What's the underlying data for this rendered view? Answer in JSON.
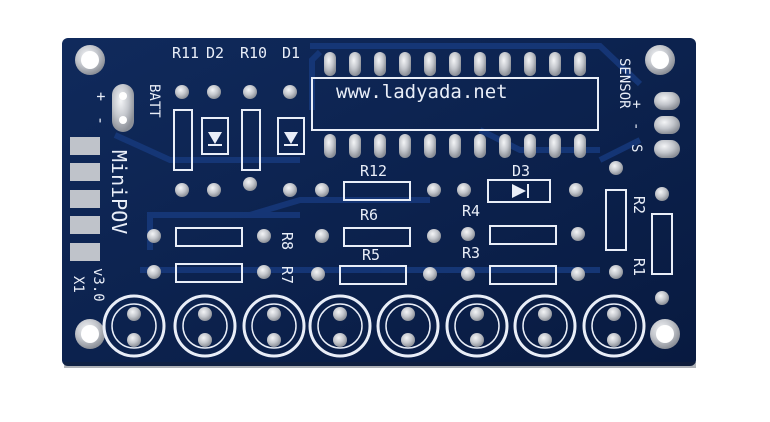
{
  "board": {
    "url": "www.ladyada.net",
    "name": "MiniPOV",
    "version": "v3.0",
    "connector_label": "X1",
    "sensor_label": "SENSOR",
    "batt_label": "BATT",
    "batt_plus": "+",
    "batt_minus": "-",
    "sensor_plus": "+",
    "sensor_minus": "-",
    "sensor_s": "S",
    "components": {
      "r11": "R11",
      "d2": "D2",
      "r10": "R10",
      "d1": "D1",
      "r12": "R12",
      "d3": "D3",
      "r6": "R6",
      "r4": "R4",
      "r8": "R8",
      "r5": "R5",
      "r3": "R3",
      "r7": "R7",
      "r2": "R2",
      "r1": "R1"
    },
    "colors": {
      "pcb": "#0b1f4a",
      "silkscreen": "#e9eef8",
      "pad": "#c9ccd2",
      "background": "#ffffff"
    }
  }
}
